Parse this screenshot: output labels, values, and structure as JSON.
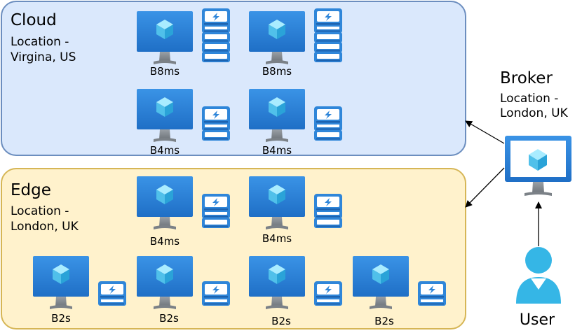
{
  "cloud": {
    "title": "Cloud",
    "location_line1": "Location -",
    "location_line2": "Virgina, US",
    "vm_labels": [
      "B8ms",
      "B8ms",
      "B4ms",
      "B4ms"
    ]
  },
  "edge": {
    "title": "Edge",
    "location_line1": "Location -",
    "location_line2": "London, UK",
    "vm_labels": [
      "B4ms",
      "B4ms",
      "B2s",
      "B2s",
      "B2s",
      "B2s"
    ]
  },
  "broker": {
    "title": "Broker",
    "location_line1": "Location -",
    "location_line2": "London, UK"
  },
  "user": {
    "label": "User"
  },
  "colors": {
    "cloud_fill": "#dae8fc",
    "cloud_border": "#6c8ebf",
    "edge_fill": "#fff2cc",
    "edge_border": "#d6b656",
    "monitor_blue": "#2f7fd6",
    "cube": "#5fc8ef",
    "user_cyan": "#35b6e6"
  },
  "icons": [
    "vm-monitor-icon",
    "storage-disk-icon",
    "user-icon"
  ]
}
